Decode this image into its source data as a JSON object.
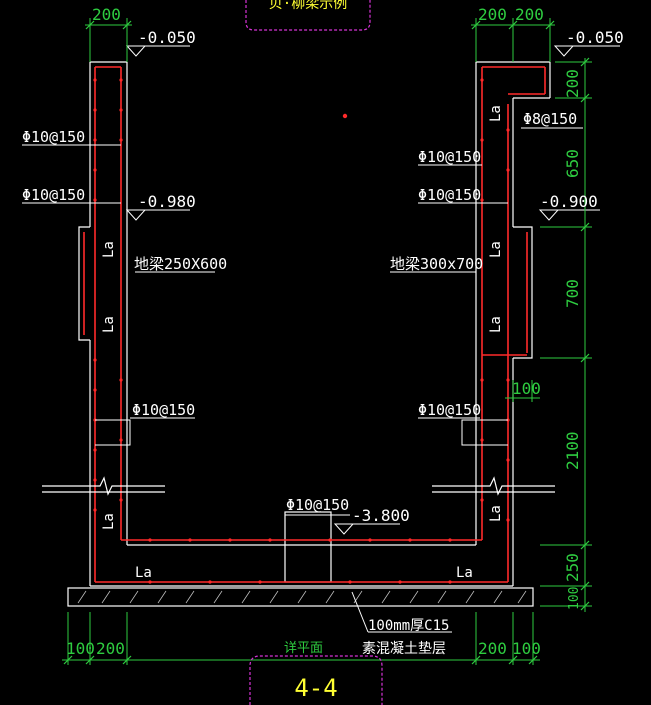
{
  "drawing": {
    "title_top": "贝·柳梁示例",
    "section_label": "4-4",
    "detail_note": "详平面",
    "colors": {
      "background": "#000000",
      "outline": "#ffffff",
      "rebar": "#ff2a2a",
      "dimension": "#2ecc40",
      "callout": "#ffffff",
      "title_border": "#d633d6",
      "title_text": "#ffff33"
    }
  },
  "dimensions": {
    "top_left": "200",
    "top_right_a": "200",
    "top_right_b": "200",
    "right_200": "200",
    "right_650": "650",
    "right_700": "700",
    "right_100_mid": "100",
    "right_2100": "2100",
    "right_250": "250",
    "right_100_bottom": "100",
    "bottom_left_a": "100",
    "bottom_left_b": "200",
    "bottom_right_a": "200",
    "bottom_right_b": "100"
  },
  "levels": {
    "top_left": "-0.050",
    "top_right": "-0.050",
    "mid_left": "-0.980",
    "mid_right": "-0.900",
    "bottom": "-3.800"
  },
  "rebar_labels": {
    "left_1": "Φ10@150",
    "left_2": "Φ10@150",
    "left_3": "Φ10@150",
    "right_top": "Φ8@150",
    "right_1": "Φ10@150",
    "right_2": "Φ10@150",
    "right_3": "Φ10@150",
    "bottom_center": "Φ10@150"
  },
  "beams": {
    "left": "地梁250X600",
    "right": "地梁300x700"
  },
  "anchor": {
    "la_1": "La",
    "la_2": "La",
    "la_3": "La",
    "la_4": "La",
    "la_5": "La",
    "la_6": "La",
    "la_7": "La",
    "la_8": "La",
    "la_9": "La"
  },
  "cushion": {
    "line1": "100mm厚C15",
    "line2": "素混凝土垫层"
  }
}
